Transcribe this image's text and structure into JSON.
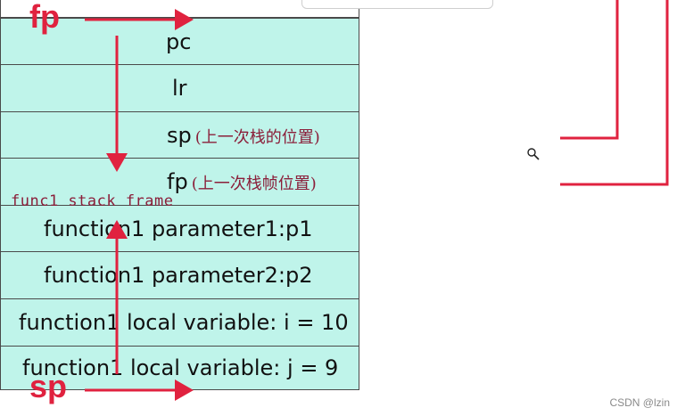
{
  "labels": {
    "fp": "fp",
    "sp": "sp",
    "frame": "func1 stack frame"
  },
  "rows": [
    {
      "text": "pc",
      "note": ""
    },
    {
      "text": "lr",
      "note": ""
    },
    {
      "text": "sp",
      "note": "(上一次栈的位置)"
    },
    {
      "text": "fp",
      "note": "(上一次栈帧位置)"
    },
    {
      "text": "function1  parameter1:p1",
      "note": ""
    },
    {
      "text": "function1  parameter2:p2",
      "note": ""
    },
    {
      "text": "function1  local variable: i = 10",
      "note": ""
    },
    {
      "text": "function1  local variable:  j = 9",
      "note": ""
    }
  ],
  "watermark": "CSDN @lzin",
  "colors": {
    "cell_fill": "#bff4ea",
    "border": "#4a4a4a",
    "arrow": "#e0223f",
    "note": "#8b1f3a"
  }
}
